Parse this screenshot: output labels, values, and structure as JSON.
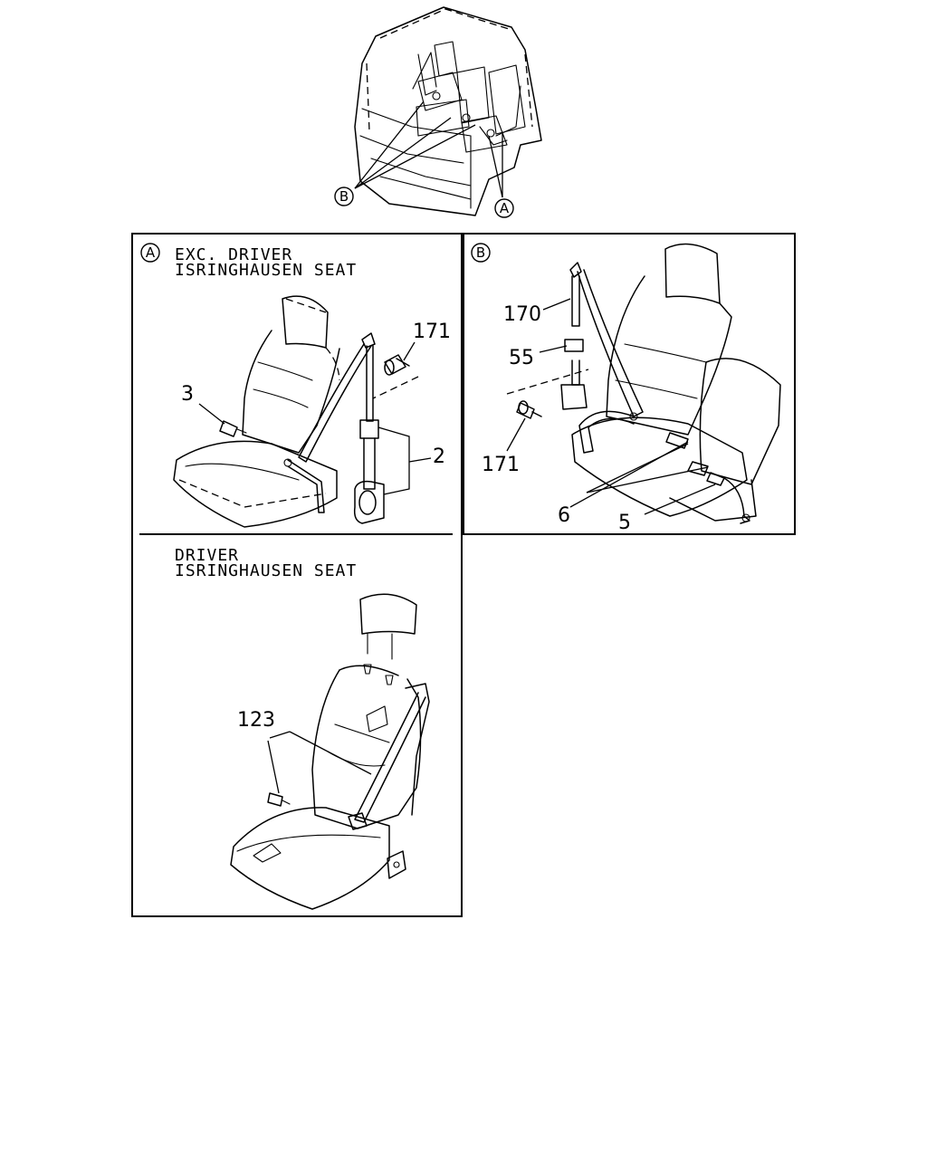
{
  "overview": {
    "marker_b": "B",
    "marker_a": "A"
  },
  "panel_a": {
    "marker": "A",
    "caption_line1": "EXC. DRIVER",
    "caption_line2": "ISRINGHAUSEN SEAT",
    "callouts": {
      "p171": "171",
      "p3": "3",
      "p2": "2"
    }
  },
  "panel_b": {
    "marker": "B",
    "callouts": {
      "p170": "170",
      "p55": "55",
      "p171": "171",
      "p6": "6",
      "p5": "5"
    }
  },
  "panel_driver": {
    "caption_line1": "DRIVER",
    "caption_line2": "ISRINGHAUSEN SEAT",
    "callouts": {
      "p123": "123"
    }
  }
}
